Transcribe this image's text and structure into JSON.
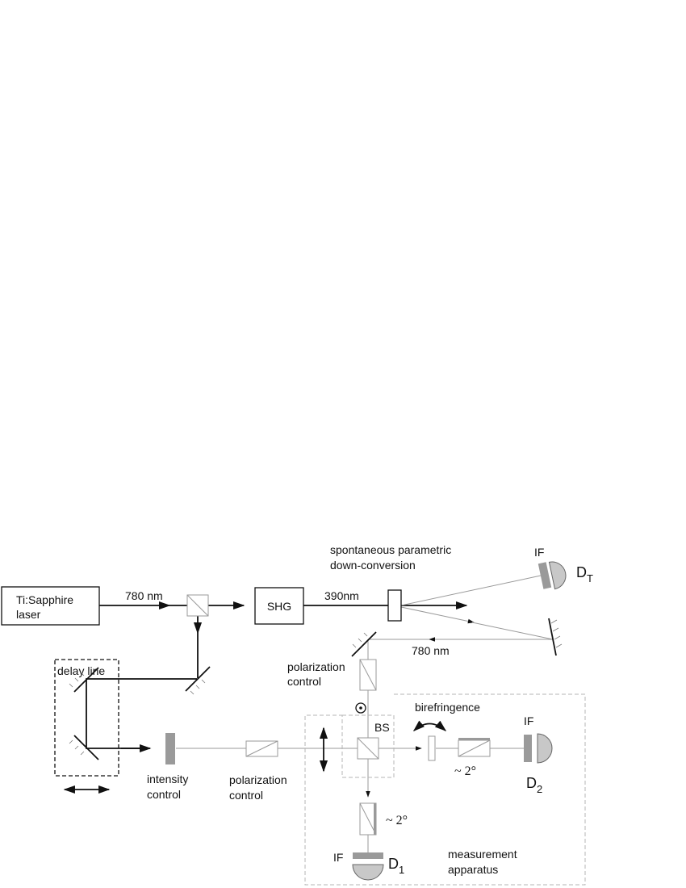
{
  "labels": {
    "laser_line1": "Ti:Sapphire",
    "laser_line2": "laser",
    "wavelength_in": "780 nm",
    "shg": "SHG",
    "pump_wavelength": "390nm",
    "spdc_line1": "spontaneous parametric",
    "spdc_line2": "down-conversion",
    "idler_wavelength": "780 nm",
    "if_trigger": "IF",
    "dt_main": "D",
    "dt_sub": "T",
    "delay_line": "delay line",
    "intensity_line1": "intensity",
    "intensity_line2": "control",
    "pol1_line1": "polarization",
    "pol1_line2": "control",
    "pol2_line1": "polarization",
    "pol2_line2": "control",
    "bs": "BS",
    "birefringence": "birefringence",
    "if_d2": "IF",
    "d2_main": "D",
    "d2_sub": "2",
    "angle_d2": "~ 2°",
    "angle_d1": "~ 2°",
    "if_d1": "IF",
    "d1_main": "D",
    "d1_sub": "1",
    "measurement_line1": "measurement",
    "measurement_line2": "apparatus"
  }
}
